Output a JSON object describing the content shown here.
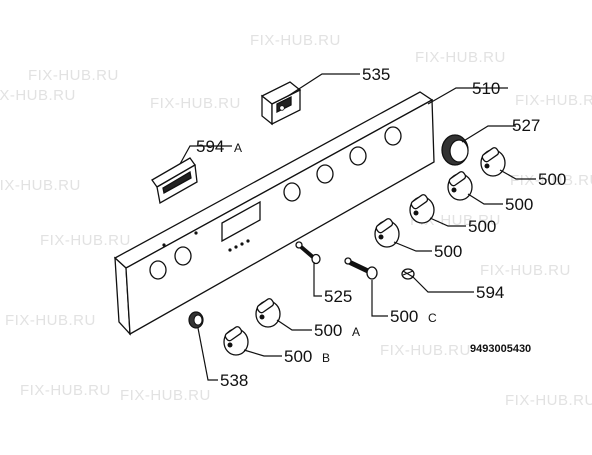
{
  "watermark": "FIX-HUB.RU",
  "parts": {
    "p535": "535",
    "p510": "510",
    "p594a_num": "594",
    "p594a_suffix": "A",
    "p527": "527",
    "p500_1": "500",
    "p500_2": "500",
    "p500_3": "500",
    "p500_4": "500",
    "p525": "525",
    "p500c_num": "500",
    "p500c_suffix": "C",
    "p594": "594",
    "p500a_num": "500",
    "p500a_suffix": "A",
    "p500b_num": "500",
    "p500b_suffix": "B",
    "p538": "538"
  },
  "drawing_code": "9493005430"
}
